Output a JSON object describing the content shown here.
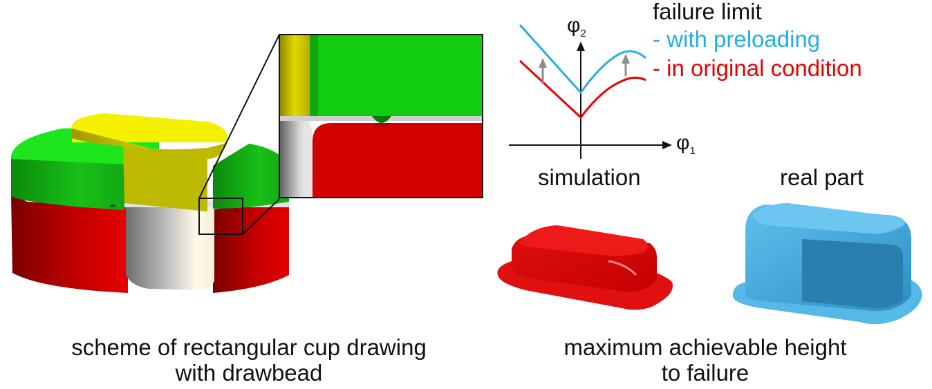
{
  "legend": {
    "title": "failure limit",
    "with_preloading": "- with preloading",
    "original": "- in original condition"
  },
  "axes": {
    "y_symbol": "φ",
    "y_sub": "2",
    "x_symbol": "φ",
    "x_sub": "1"
  },
  "labels": {
    "simulation": "simulation",
    "real_part": "real part"
  },
  "captions": {
    "left_line1": "scheme of rectangular cup drawing",
    "left_line2": "with drawbead",
    "right_line1": "maximum achievable height",
    "right_line2": "to failure"
  },
  "colors": {
    "preloading": "#22aee6",
    "original": "#e80000",
    "blankholder": "#11cc11",
    "die": "#d40000",
    "punch": "#e6e000",
    "sheet": "#c8c8c8",
    "real_part": "#3aaae0"
  }
}
